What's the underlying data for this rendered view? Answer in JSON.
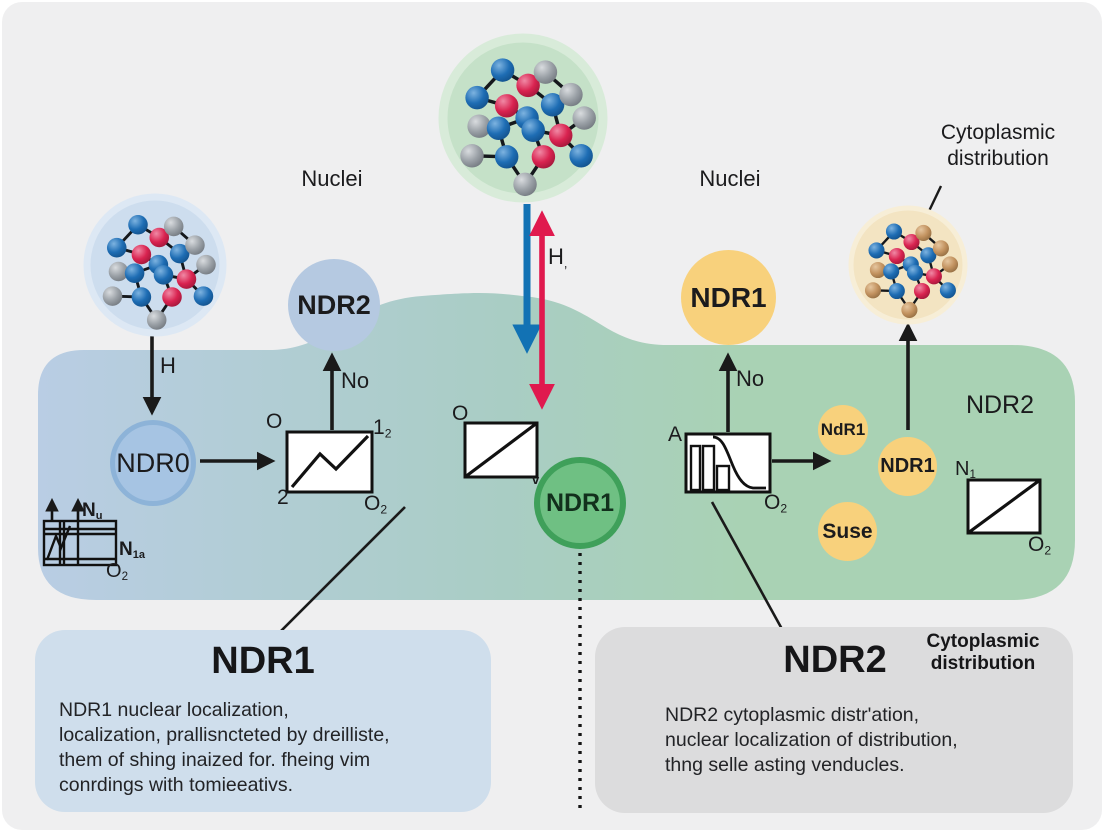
{
  "colors": {
    "canvas": "#efeff0",
    "cell_left": "#b9cde4",
    "cell_mid": "#a9cdc4",
    "cell_right": "#a9d2b4",
    "panel_ndr1_bg": "#cfdeec",
    "panel_ndr2_bg": "#dcdcdd",
    "ndr2_circle_bg": "#b5c9e1",
    "ndr1_yellow_bg": "#f8d17c",
    "ndr0_bg": "#a6c4e3",
    "ndr0_ring": "#8db3d8",
    "ndr1_green_bg": "#6fc083",
    "ndr1_green_ring": "#3fa05a",
    "vesicle_bg": "#f8d17c",
    "halo_top": "#c5e1c8",
    "halo_left": "#cdddee",
    "halo_right": "#f3e4c2",
    "mol_blue": "#1b6cb5",
    "mol_red": "#dc2350",
    "mol_gray": "#9aa0a6",
    "mol_tan": "#c79a68",
    "arrow_blue": "#1272b4",
    "arrow_red": "#e0194e",
    "ink": "#1a1a1a"
  },
  "scene": {
    "nuclei_left": "Nuclei",
    "nuclei_right": "Nuclei",
    "cyto_top": "Cytoplasmic\ndistribution",
    "region_ndr2": "NDR2"
  },
  "arrow_labels": {
    "h": "H",
    "h_center_main": "H",
    "h_center_sub": ",",
    "no_left": "No",
    "no_right": "No"
  },
  "nodes": {
    "ndr2": "NDR2",
    "ndr1_top": "NDR1",
    "ndr0": "NDR0",
    "ndr1_green": "NDR1",
    "vesicle1": "NdR1",
    "vesicle2": "NDR1",
    "vesicle3": "Suse"
  },
  "glyph_labels": {
    "box1_tl": "O",
    "box1_tr_main": "1",
    "box1_tr_sub": "2",
    "box1_bl": "2",
    "box1_br_main": "O",
    "box1_br_sub": "2",
    "box2_tl": "O",
    "box2_br": "v",
    "box3_tl": "A",
    "box3_br_main": "O",
    "box3_br_sub": "2",
    "box4_tl_main": "N",
    "box4_tl_sub": "1",
    "box4_br_main": "O",
    "box4_br_sub": "2",
    "grid_top_main": "N",
    "grid_top_sub": "u",
    "grid_mid_main": "N",
    "grid_mid_sub": "1a",
    "grid_bot_main": "O",
    "grid_bot_sub": "2"
  },
  "panels": {
    "ndr1": {
      "title": "NDR1",
      "body": "NDR1 nuclear localization,\nlocalization, prallisncteted by dreilliste,\nthem of shing inaized for. fheing vim\nconrdings with tomieeativs."
    },
    "ndr2": {
      "title": "NDR2",
      "subtitle": "Cytoplasmic\ndistribution",
      "body": "NDR2 cytoplasmic distr'ation,\nnuclear localization of distribution,\nthng selle asting venducles."
    }
  }
}
